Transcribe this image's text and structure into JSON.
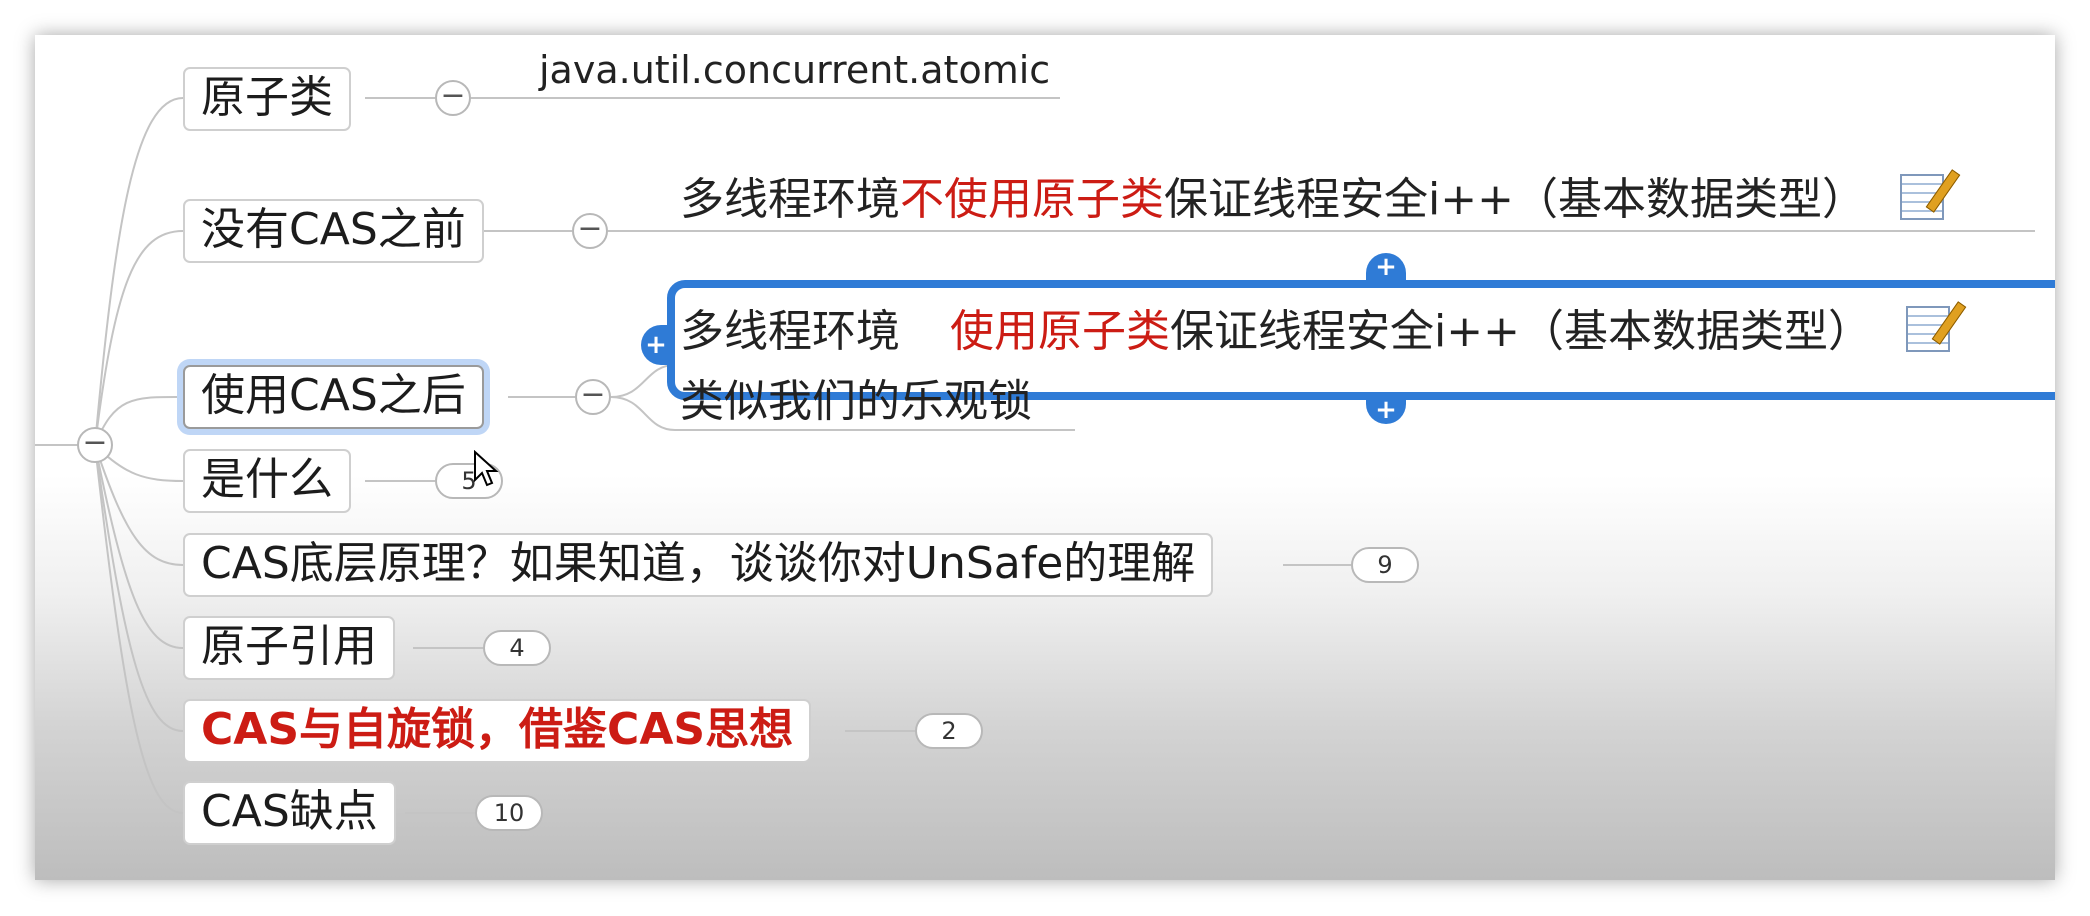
{
  "mindmap": {
    "root_toggle": "−",
    "branches": [
      {
        "label": "原子类",
        "toggle": "−",
        "children": [
          "java.util.concurrent.atomic"
        ]
      },
      {
        "label": "没有CAS之前",
        "toggle": "−",
        "child_before": {
          "a": "多线程环境",
          "b": "不使用原子类",
          "c": "保证线程安全i++（基本数据类型）"
        }
      },
      {
        "label": "使用CAS之后",
        "toggle": "−",
        "child_after": {
          "a": "多线程环境",
          "b": "使用原子类",
          "c": "保证线程安全i++（基本数据类型）"
        },
        "child_second": "类似我们的乐观锁"
      },
      {
        "label": "是什么",
        "count": "5"
      },
      {
        "label": "CAS底层原理？如果知道，谈谈你对UnSafe的理解",
        "count": "9"
      },
      {
        "label": "原子引用",
        "count": "4"
      },
      {
        "label": "CAS与自旋锁，借鉴CAS思想",
        "count": "2"
      },
      {
        "label": "CAS缺点",
        "count": "10"
      }
    ],
    "selection_handles": {
      "top": "+",
      "bottom": "+",
      "left": "+"
    },
    "highlight_color": "#cc1c14",
    "selection_color": "#2f7bd6"
  }
}
